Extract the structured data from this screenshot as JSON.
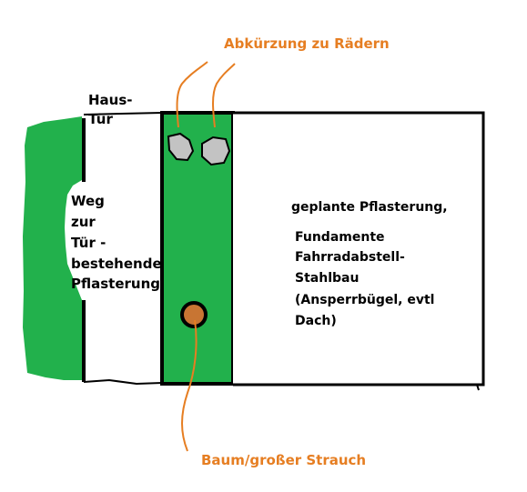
{
  "diagram": {
    "labels": {
      "shortcut": "Abkürzung zu Rädern",
      "tree": "Baum/großer Strauch",
      "door_line1": "Haus-",
      "door_line2": "Tür",
      "path_line1": "Weg",
      "path_line2": "zur",
      "path_line3": "Tür -",
      "path_line4": "bestehende",
      "path_line5": "Pflasterung",
      "planned": "geplante Pflasterung,",
      "fund_line1": "Fundamente",
      "fund_line2": "Fahrradabstell-",
      "fund_line3": "Stahlbau",
      "fund_line4": "(Ansperrbügel, evtl",
      "fund_line5": "Dach)"
    },
    "colors": {
      "lawn": "#22b14c",
      "stone": "#c3c3c3",
      "tree": "#c87533",
      "annotation": "#e67e22",
      "outline": "#000000"
    }
  }
}
